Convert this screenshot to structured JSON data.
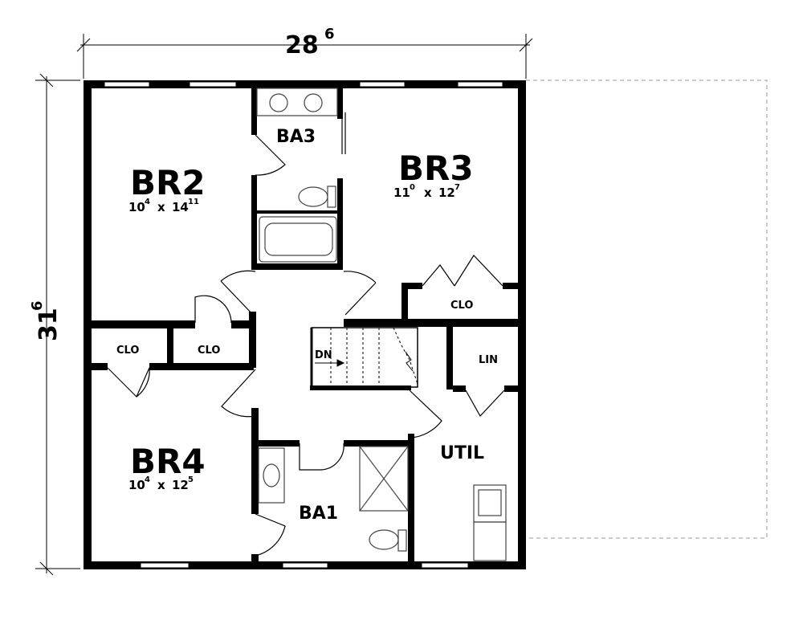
{
  "overall": {
    "width": {
      "main": "28",
      "sup": "6"
    },
    "depth": {
      "main": "31",
      "sup": "6"
    }
  },
  "rooms": {
    "br2": {
      "name": "BR2",
      "w": "10",
      "w_sup": "4",
      "x": "x",
      "d": "14",
      "d_sup": "11"
    },
    "br3": {
      "name": "BR3",
      "w": "11",
      "w_sup": "0",
      "x": "x",
      "d": "12",
      "d_sup": "7"
    },
    "br4": {
      "name": "BR4",
      "w": "10",
      "w_sup": "4",
      "x": "x",
      "d": "12",
      "d_sup": "5"
    },
    "ba3": "BA3",
    "ba1": "BA1",
    "util": "UTIL",
    "clo_br3": "CLO",
    "clo_left": "CLO",
    "clo_mid": "CLO",
    "lin": "LIN",
    "stair": "DN"
  },
  "colors": {
    "wall": "#000000",
    "line": "#000000",
    "dashed": "#999999",
    "fixture": "#444444"
  }
}
